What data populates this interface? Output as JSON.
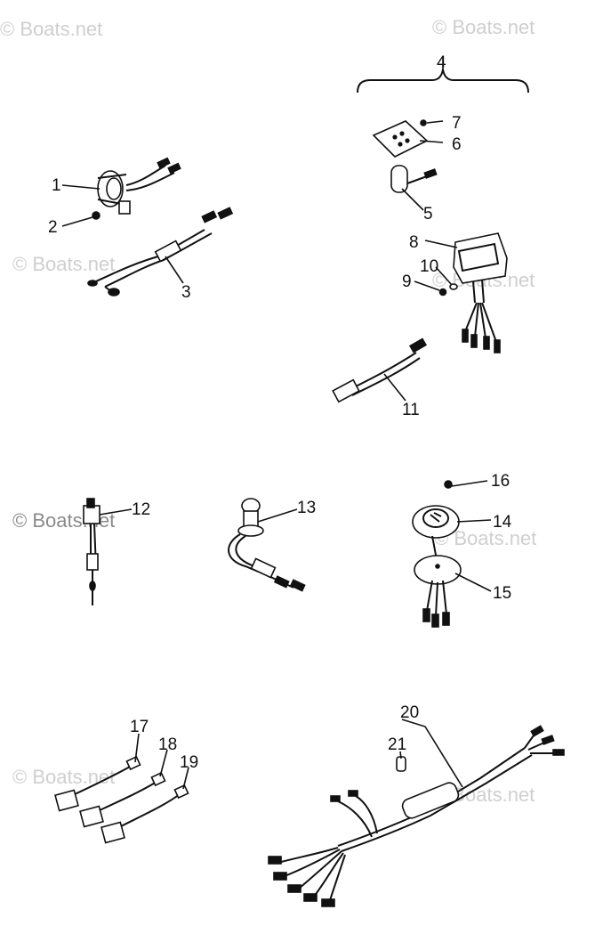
{
  "watermarks": {
    "top_left": "© Boats.net",
    "top_right": "© Boats.net",
    "mid_left": "© Boats.net",
    "mid_right": "© Boats.net",
    "center_left": "© Boats.net",
    "center_right": "© Boats.net",
    "bottom_left": "© Boats.net",
    "bottom_right": "© Boats.net"
  },
  "callouts": {
    "c1": "1",
    "c2": "2",
    "c3": "3",
    "c4": "4",
    "c5": "5",
    "c6": "6",
    "c7": "7",
    "c8": "8",
    "c9": "9",
    "c10": "10",
    "c11": "11",
    "c12": "12",
    "c13": "13",
    "c14": "14",
    "c15": "15",
    "c16": "16",
    "c17": "17",
    "c18": "18",
    "c19": "19",
    "c20": "20",
    "c21": "21"
  }
}
